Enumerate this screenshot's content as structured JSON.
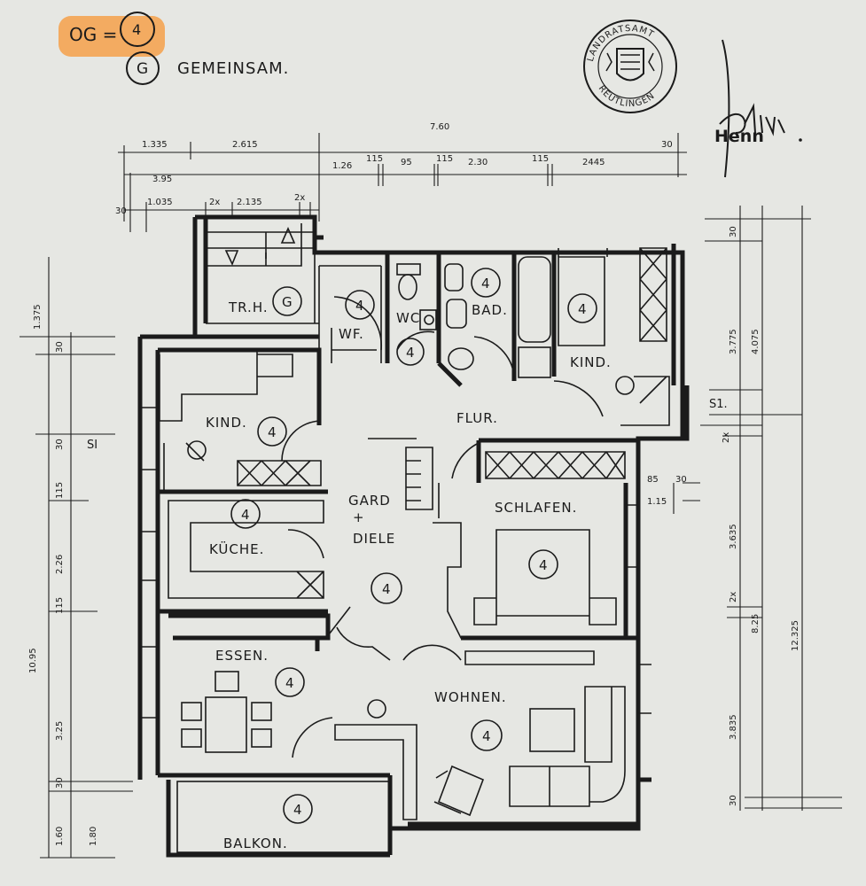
{
  "header": {
    "og_label": "OG =",
    "og_number": "4",
    "legend_symbol": "G",
    "legend_text": "GEMEINSAM.",
    "highlight_color": "#f5a04a"
  },
  "stamp": {
    "top_text": "LANDRATSAMT",
    "bottom_text": "REUTLINGEN"
  },
  "signature": {
    "text": "Henn"
  },
  "rooms": {
    "trh": "TR.H.",
    "wf": "WF.",
    "wc": "WC",
    "bad": "BAD.",
    "kind_left": "KIND.",
    "kind_right": "KIND.",
    "flur": "FLUR.",
    "gard": "GARD",
    "plus": "+",
    "diele": "DIELE",
    "kueche": "KÜCHE.",
    "schlafen": "SCHLAFEN.",
    "essen": "ESSEN.",
    "wohnen": "WOHNEN.",
    "balkon": "BALKON."
  },
  "unit_markers": {
    "trh": "G",
    "wf": "4",
    "wc": "4",
    "bad": "4",
    "kind_right": "4",
    "kind_left": "4",
    "kueche": "4",
    "diele": "4",
    "schlafen": "4",
    "essen": "4",
    "wohnen": "4",
    "balkon": "4"
  },
  "dimensions": {
    "top": {
      "d1335": "1.335",
      "d2615": "2.615",
      "d760": "7.60",
      "d126": "1.26",
      "d115a": "115",
      "d95": "95",
      "d115b": "115",
      "d230": "2.30",
      "d115c": "115",
      "d2445": "2445",
      "d30a": "30",
      "d395": "3.95",
      "d30b": "30",
      "d1035": "1.035",
      "d2x": "2x",
      "d2135": "2.135",
      "d2xb": "2x"
    },
    "left": {
      "d1375": "1.375",
      "d30a": "30",
      "d30b": "30",
      "d115": "115",
      "d226": "2.26",
      "d115b": "115",
      "d325": "3.25",
      "d30c": "30",
      "d160": "1.60",
      "d180": "1.80",
      "d1095": "10.95",
      "s1": "SI"
    },
    "right": {
      "d30": "30",
      "d3775": "3.775",
      "d4075": "4.075",
      "s1": "S1.",
      "d2x": "2x",
      "d85": "85",
      "d30b": "30",
      "d115": "1.15",
      "d3635": "3.635",
      "d2xb": "2x",
      "d825": "8.25",
      "d12325": "12.325",
      "d3835": "3.835",
      "d30c": "30"
    }
  }
}
